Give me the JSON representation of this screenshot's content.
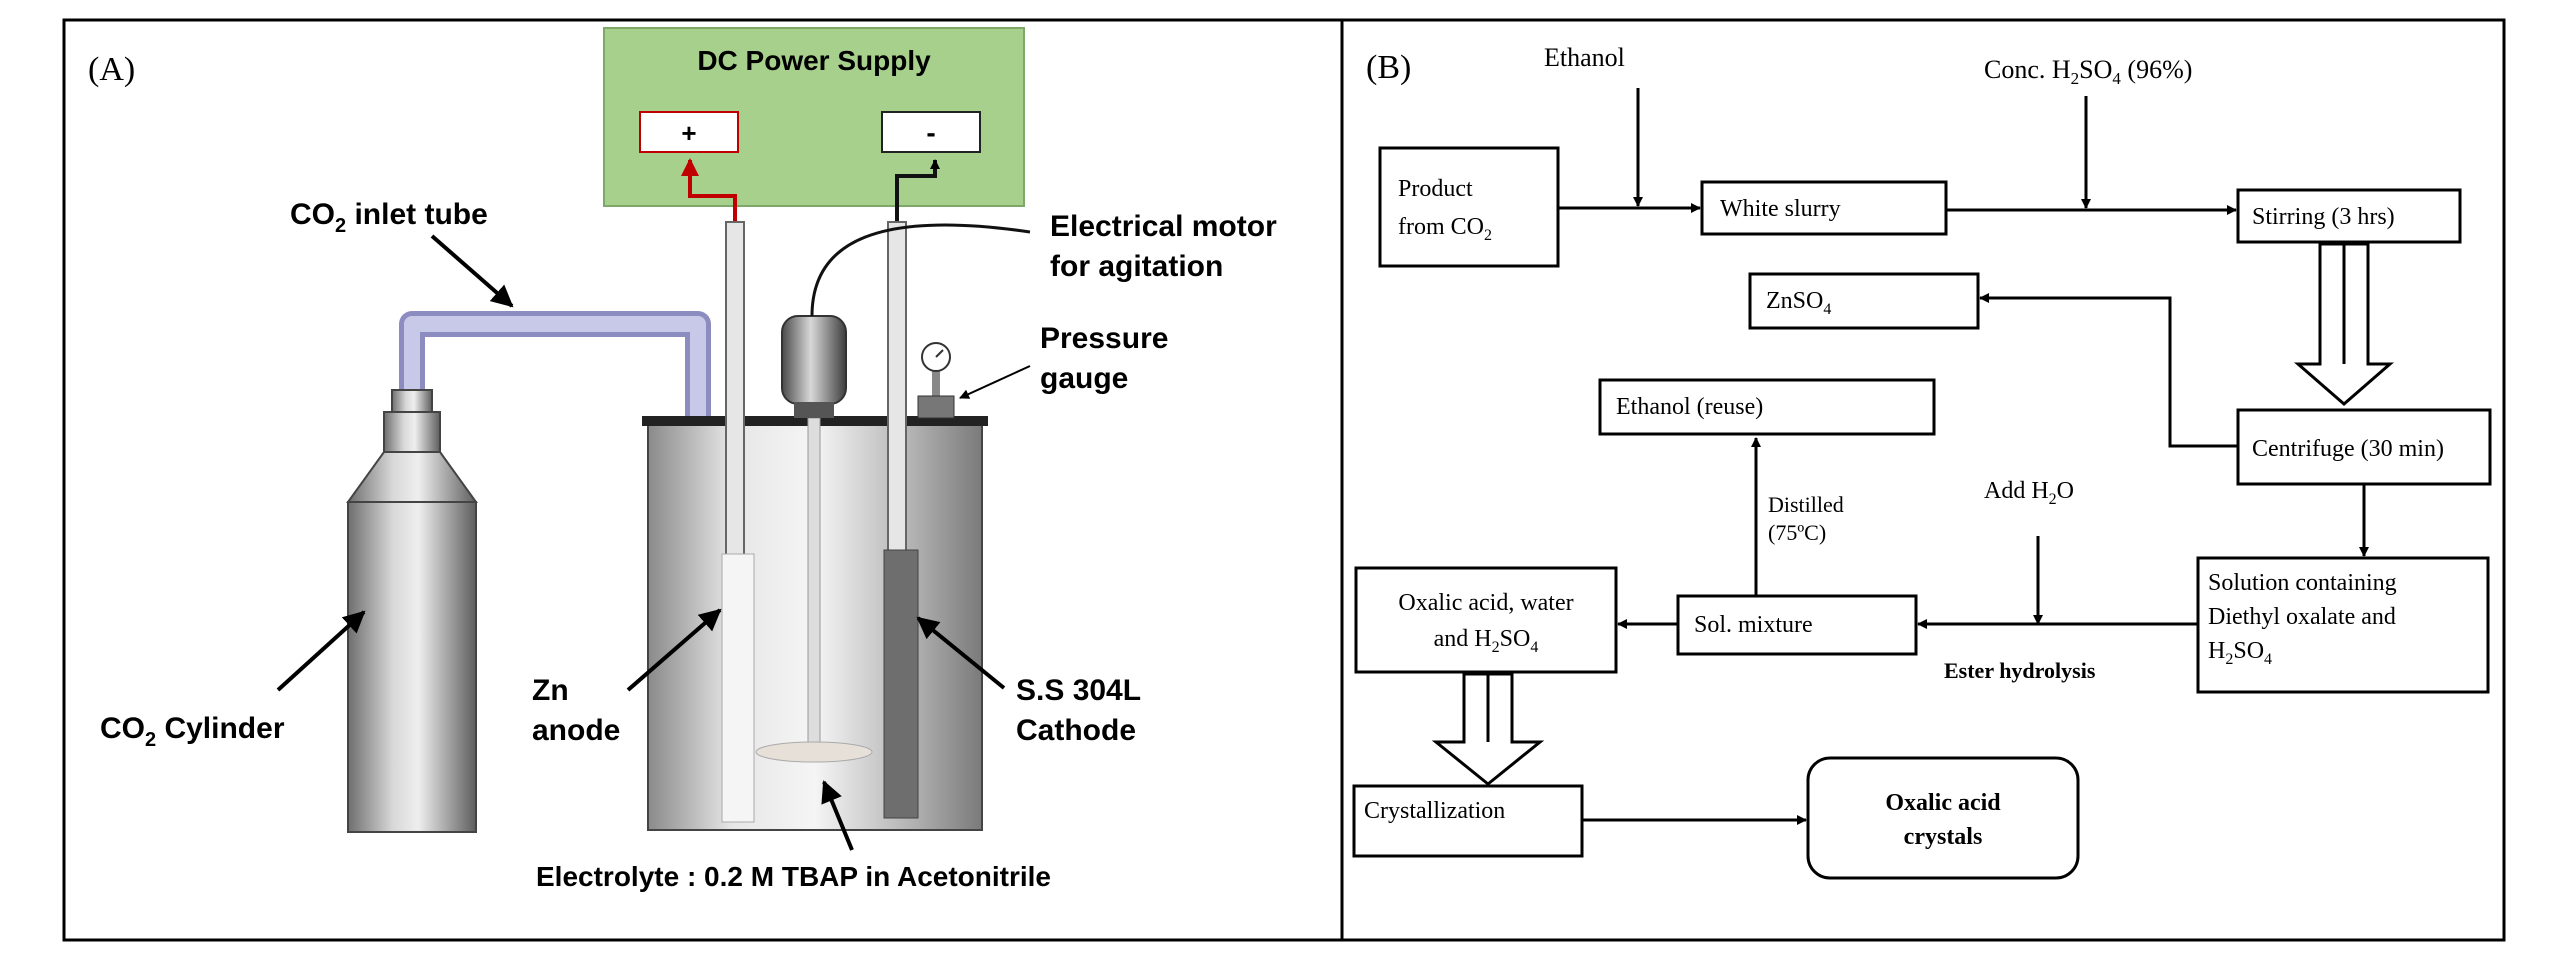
{
  "panel_a": {
    "label": "(A)",
    "power_supply": {
      "title": "DC Power Supply",
      "plus": "+",
      "minus": "-"
    },
    "co2_inlet": {
      "main": "CO",
      "sub": "2",
      "rest": " inlet tube"
    },
    "motor": {
      "line1": "Electrical motor",
      "line2": "for agitation"
    },
    "gauge": {
      "line1": "Pressure",
      "line2": "gauge"
    },
    "cylinder": {
      "main": "CO",
      "sub": "2",
      "rest": " Cylinder"
    },
    "anode": {
      "line1": "Zn",
      "line2": "anode"
    },
    "cathode": {
      "line1": "S.S 304L",
      "line2": "Cathode"
    },
    "electrolyte": "Electrolyte : 0.2 M TBAP in Acetonitrile",
    "colors": {
      "supply_fill": "#a8d08d",
      "tube": "#b4b4d8",
      "wire_red": "#c00000"
    }
  },
  "panel_b": {
    "label": "(B)",
    "ethanol_top": "Ethanol",
    "conc_h2so4": {
      "pre": "Conc. H",
      "sub1": "2",
      "mid": "SO",
      "sub2": "4",
      "post": " (96%)"
    },
    "product": {
      "line1": "Product",
      "line2_pre": "from CO",
      "line2_sub": "2"
    },
    "white_slurry": "White slurry",
    "stirring": "Stirring (3 hrs)",
    "znso4": {
      "pre": "ZnSO",
      "sub": "4"
    },
    "ethanol_reuse": "Ethanol (reuse)",
    "centrifuge": "Centrifuge (30 min)",
    "distilled": {
      "line1": "Distilled",
      "line2": "(75ºC)"
    },
    "add_h2o": {
      "pre": "Add H",
      "sub": "2",
      "post": "O"
    },
    "oxalic_water": {
      "line1": "Oxalic acid, water",
      "line2_pre": "and H",
      "line2_sub1": "2",
      "line2_mid": "SO",
      "line2_sub2": "4"
    },
    "sol_mixture": "Sol. mixture",
    "solution_containing": {
      "line1": "Solution containing",
      "line2": "Diethyl oxalate and",
      "line3_pre": "H",
      "line3_sub1": "2",
      "line3_mid": "SO",
      "line3_sub2": "4"
    },
    "ester_hydrolysis": "Ester hydrolysis",
    "crystallization": "Crystallization",
    "oxalic_crystals": {
      "line1": "Oxalic acid",
      "line2": "crystals"
    }
  }
}
